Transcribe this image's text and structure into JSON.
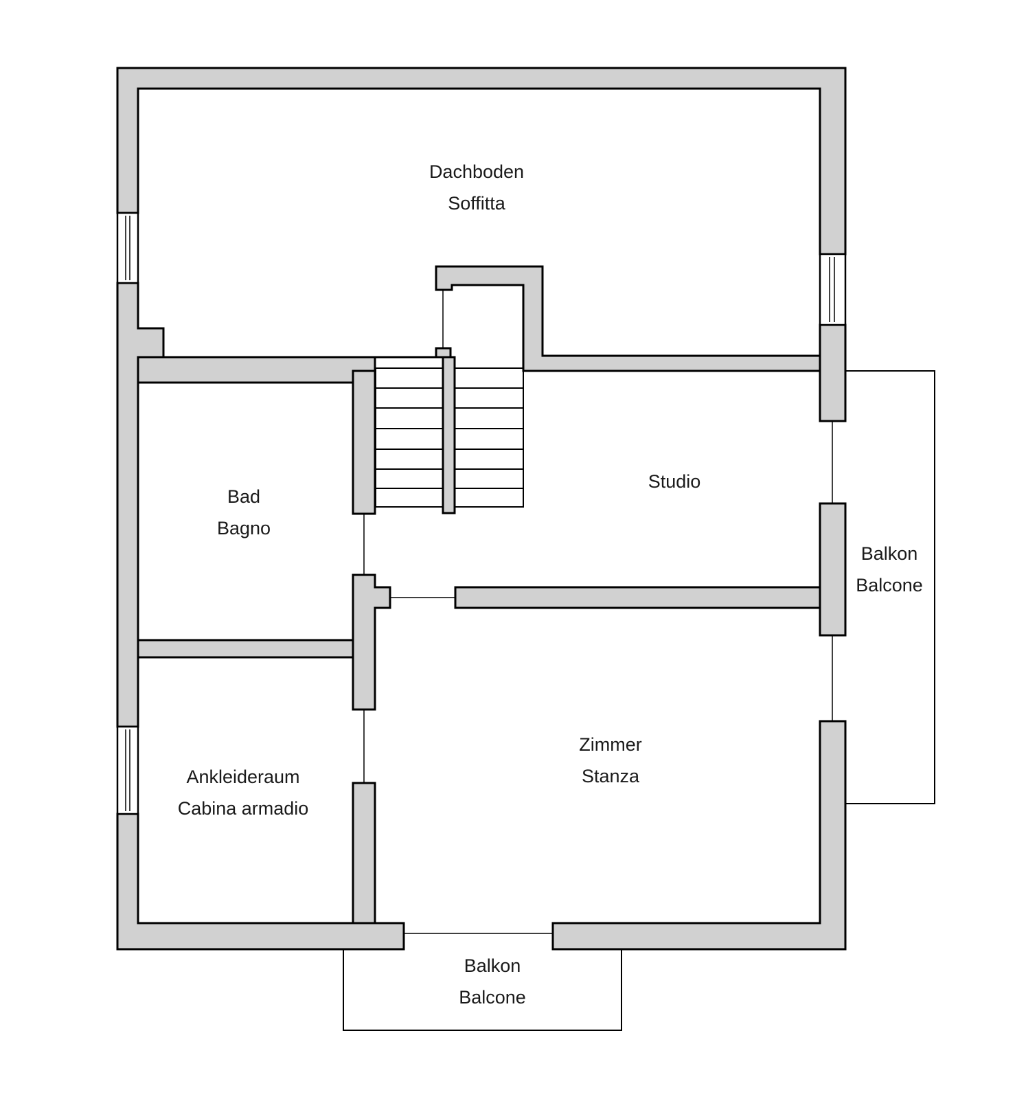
{
  "rooms": {
    "attic": {
      "de": "Dachboden",
      "it": "Soffitta"
    },
    "bath": {
      "de": "Bad",
      "it": "Bagno"
    },
    "study": {
      "de": "Studio"
    },
    "balcony_side": {
      "de": "Balkon",
      "it": "Balcone"
    },
    "bedroom": {
      "de": "Zimmer",
      "it": "Stanza"
    },
    "dressing": {
      "de": "Ankleideraum",
      "it": "Cabina armadio"
    },
    "balcony_front": {
      "de": "Balkon",
      "it": "Balcone"
    }
  },
  "colors": {
    "wall_fill": "#d1d1d1",
    "line": "#000000",
    "background": "#ffffff"
  }
}
